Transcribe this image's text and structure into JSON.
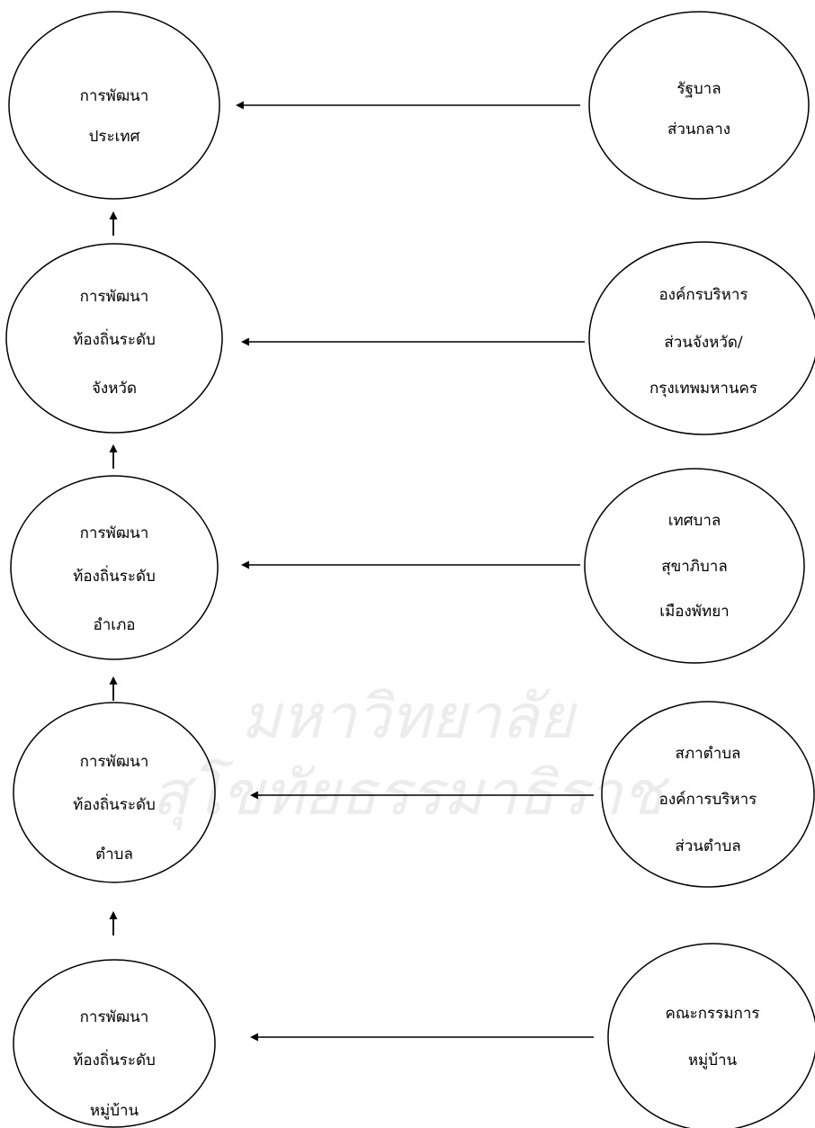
{
  "watermark": {
    "text_line1": "มหาวิทยาลัย",
    "text_line2": "สุโขทัยธรรมาธิราช"
  },
  "left_nodes": [
    {
      "lines": [
        "การพัฒนา",
        "ประเทศ"
      ]
    },
    {
      "lines": [
        "การพัฒนา",
        "ท้องถิ่นระดับ",
        "จังหวัด"
      ]
    },
    {
      "lines": [
        "การพัฒนา",
        "ท้องถิ่นระดับ",
        "อำเภอ"
      ]
    },
    {
      "lines": [
        "การพัฒนา",
        "ท้องถิ่นระดับ",
        "ตำบล"
      ]
    },
    {
      "lines": [
        "การพัฒนา",
        "ท้องถิ่นระดับ",
        "หมู่บ้าน"
      ]
    }
  ],
  "right_nodes": [
    {
      "lines": [
        "รัฐบาล",
        "ส่วนกลาง"
      ]
    },
    {
      "lines": [
        "องค์กรบริหาร",
        "ส่วนจังหวัด/",
        "กรุงเทพมหานคร"
      ]
    },
    {
      "lines": [
        "เทศบาล",
        "สุขาภิบาล",
        "เมืองพัทยา"
      ]
    },
    {
      "lines": [
        "สภาตำบล",
        "องค์การบริหาร",
        "ส่วนตำบล"
      ]
    },
    {
      "lines": [
        "คณะกรรมการ",
        "หมู่บ้าน"
      ]
    }
  ]
}
